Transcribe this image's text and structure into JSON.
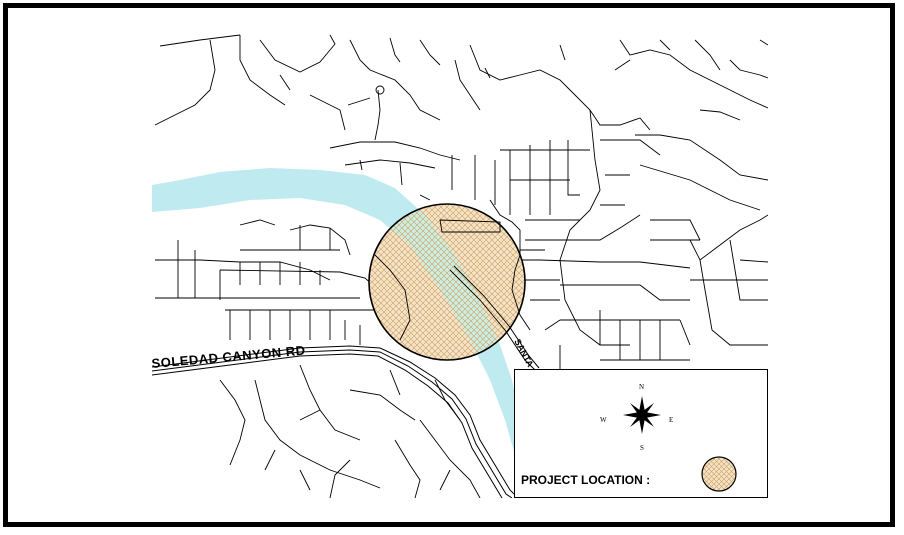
{
  "map": {
    "road_labels": {
      "soledad": "SOLEDAD CANYON RD",
      "santa": "SANTA"
    },
    "colors": {
      "river": "#bfeaf0",
      "project_fill": "#f3dcb8",
      "hatch": "#c8a06a",
      "road": "#000000",
      "frame": "#000000"
    }
  },
  "legend": {
    "compass": {
      "n": "N",
      "s": "S",
      "e": "E",
      "w": "W"
    },
    "project_label": "PROJECT LOCATION :",
    "symbol_icon": "hatched-circle-icon",
    "compass_icon": "compass-rose-icon"
  }
}
